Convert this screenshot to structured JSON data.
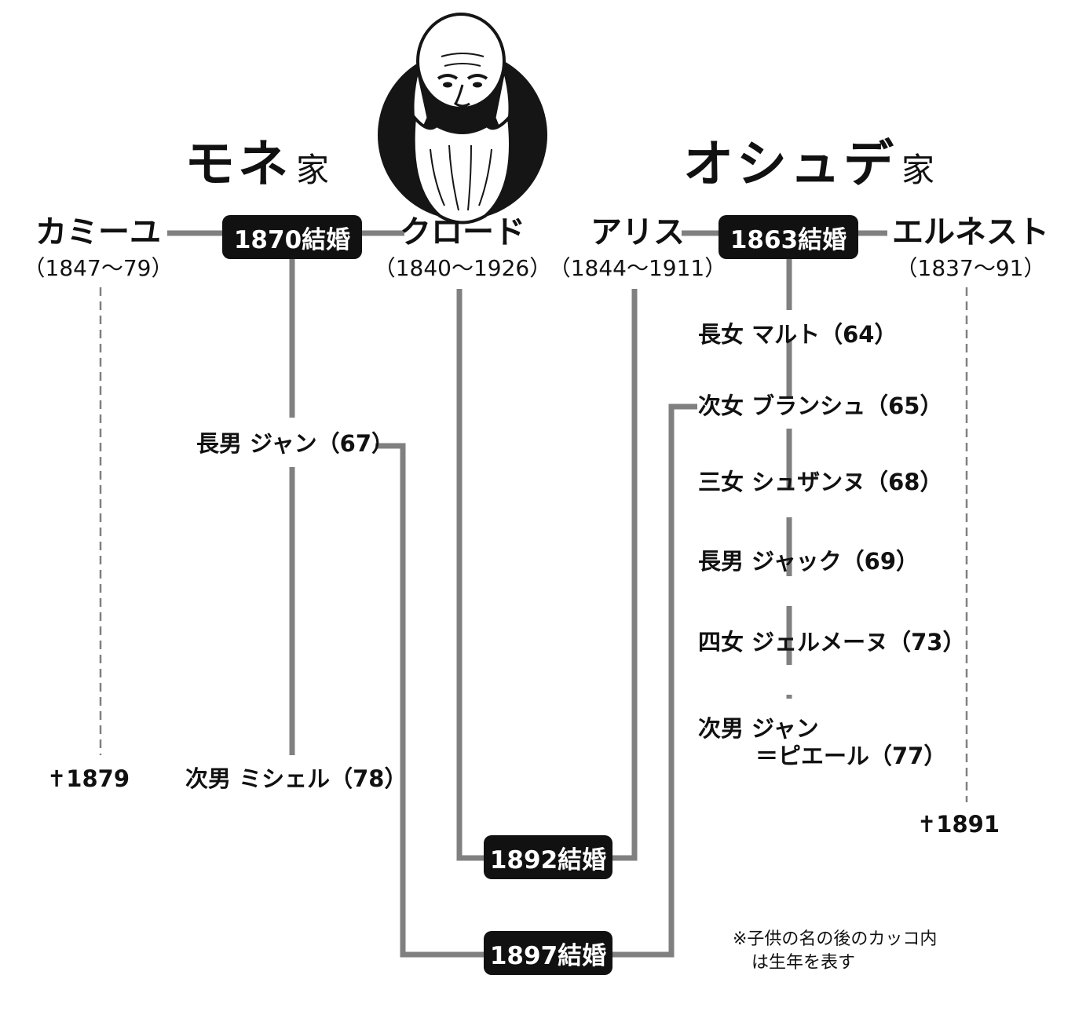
{
  "families": {
    "monet": {
      "name": "モネ",
      "suffix": "家"
    },
    "hoschede": {
      "name": "オシュデ",
      "suffix": "家"
    }
  },
  "people": {
    "camille": {
      "name": "カミーユ",
      "years": "（1847〜79）",
      "death": "✝1879"
    },
    "claude": {
      "name": "クロード",
      "years": "（1840〜1926）"
    },
    "alice": {
      "name": "アリス",
      "years": "（1844〜1911）"
    },
    "ernest": {
      "name": "エルネスト",
      "years": "（1837〜91）",
      "death": "✝1891"
    }
  },
  "marriages": {
    "m1870": "1870結婚",
    "m1863": "1863結婚",
    "m1892": "1892結婚",
    "m1897": "1897結婚"
  },
  "monet_children": {
    "jean": "長男 ジャン（67）",
    "michel": "次男 ミシェル（78）"
  },
  "hoschede_children": {
    "marthe": "長女 マルト（64）",
    "blanche": "次女 ブランシュ（65）",
    "suzanne": "三女 シュザンヌ（68）",
    "jacques": "長男 ジャック（69）",
    "germaine": "四女 ジェルメーヌ（73）",
    "jeanpierre_line1": "次男 ジャン",
    "jeanpierre_line2": "＝ピエール（77）"
  },
  "note": {
    "line1": "※子供の名の後のカッコ内",
    "line2": "は生年を表す"
  },
  "colors": {
    "line": "#808080",
    "badge": "#111111",
    "text": "#111111"
  },
  "icons": {
    "portrait": "bearded-man-portrait-icon"
  }
}
